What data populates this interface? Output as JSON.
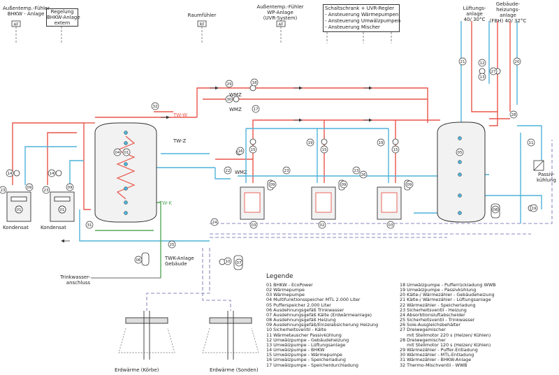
{
  "header": {
    "bhkw_sensor": "Außentemp.-Fühler\nBHKW - Anlage",
    "bhkw_sensor_tag": "AF",
    "bhkw_control": "Regelung\nBHKW-Anlage\nextern",
    "room_sensor": "Raumfühler",
    "room_sensor_tag": "RF",
    "wp_sensor": "Außentemp.-Fühler\nWP-Anlage\n(UVR-System)",
    "wp_sensor_tag": "AF",
    "cabinet": "Schaltschrank + UVR-Regler\n- Ansteuerung Wärmepumpen\n- Ansteuerung Umwälzpumpen\n- Ansteuerung Mischer",
    "ventilation": "Lüftungs-\nanlage\n40/ 30°C",
    "building_heating": "Gebäude-\nheizungs-\nanlage\n(FBH) 40/ 32°C"
  },
  "labels": {
    "tw_w": "TW-W",
    "tw_z": "TW-Z",
    "tw_k": "TW-K",
    "wmz": "WMZ",
    "kondensat": "Kondensat",
    "passive_cooling": "Passiv-\nkühlung",
    "twk": "TWK-Anlage\nGebäude",
    "drinking_water": "Trinkwasser-\nanschluss",
    "earth_baskets": "Erdwärme (Körbe)",
    "earth_probes": "Erdwärme (Sonden)"
  },
  "component_numbers": [
    "01",
    "02",
    "03",
    "04",
    "05",
    "06",
    "07",
    "08",
    "09",
    "10",
    "11",
    "12",
    "13",
    "14",
    "15",
    "16",
    "17",
    "18",
    "19",
    "20",
    "21",
    "22",
    "23",
    "24",
    "25",
    "26",
    "27",
    "28",
    "29",
    "30",
    "31",
    "32"
  ],
  "legend": {
    "title": "Legende",
    "col1": [
      "01 BHKW - EcoPower",
      "02 Wärmepumpe",
      "03 Wärmepumpe",
      "04 Multifunktionsspeicher MTL 2.000 Liter",
      "05 Pufferspeicher 2.000 Liter",
      "06 Ausdehnungsgefäß Trinkwasser",
      "07 Ausdehnungsgefäß Kälte (Erdwärmeanlage)",
      "08 Ausdehnungsgefäß Heizung",
      "09 Ausdehnungsgefäß/Einzelabsicherung Heizung",
      "10 Sicherheitsventil - Kälte",
      "11 Wärmetauscher Passivkühlung",
      "12 Umwälzpumpe - Gebäudeheizung",
      "13 Umwälzpumpe - Lüftungsanlage",
      "14 Umwälzpumpe - BHKW",
      "15 Umwälzpumpe - Wärmepumpe",
      "16 Umwälzpumpe - Speicherladung",
      "17 Umwälzpumpe - Speicherdurchladung"
    ],
    "col2": [
      "18 Umwälzpumpe - Pufferrückladung WWB",
      "19 Umwälzpumpe - Passivkühlung",
      "20 Kälte-/ Wärmezähler - Gebäudeheizung",
      "21 Kälte-/ Wärmezähler - Lüftungsanlage",
      "22 Wärmezähler - Speicherladung",
      "23 Sicherheitsventil - Heizung",
      "24 Absorbtionsluftabscheider",
      "25 Sicherheitsventil - Trinkwasser",
      "26 Sole-Ausgleichsbehälter",
      "27 Dreiwegemischer",
      "     mit Stellmotor 220 s (Heizen/ Kühlen)",
      "28 Dreiwegemischer",
      "     mit Stellmotor 120 s (Heizen/ Kühlen)",
      "29 Wärmezähler - Puffer-Entladung",
      "30 Wärmezähler - MTL-Entladung",
      "31 Wärmezähler - BHKW-Anlage",
      "32 Thermo-Mischventil - WWB"
    ]
  },
  "colors": {
    "hot": "#e8554a",
    "cold": "#4fb3d9",
    "drinking": "#57a85a",
    "ground": "#8a8ac0",
    "line": "#333333"
  }
}
